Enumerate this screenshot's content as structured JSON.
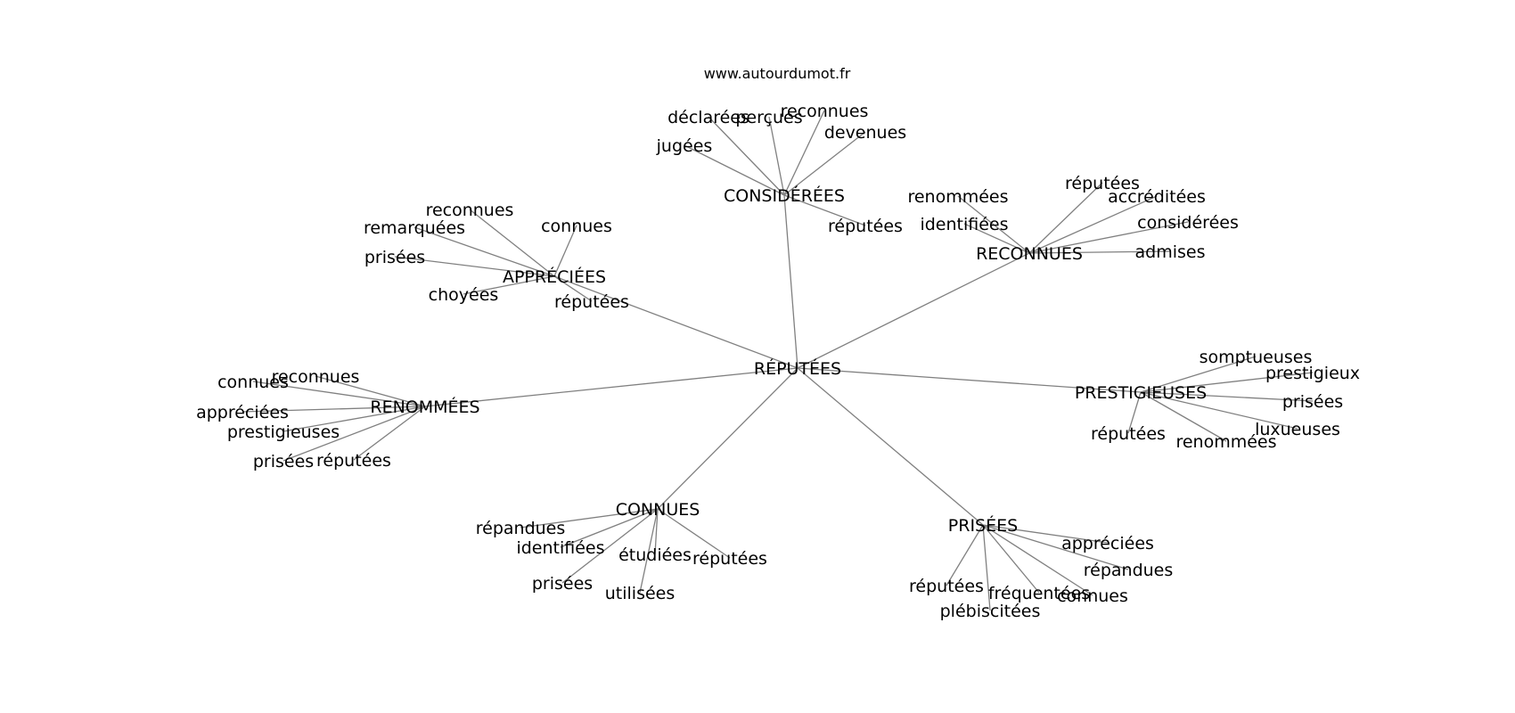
{
  "credit": "www.autourdumot.fr",
  "colors": {
    "edge": "#808080",
    "text": "#000000",
    "background": "#ffffff"
  },
  "graph": {
    "center": {
      "label": "RÉPUTÉES"
    },
    "hubs": [
      {
        "label": "CONSIDÉRÉES",
        "leaves": [
          "jugées",
          "déclarées",
          "perçues",
          "reconnues",
          "devenues",
          "réputées"
        ]
      },
      {
        "label": "RECONNUES",
        "leaves": [
          "renommées",
          "identifiées",
          "réputées",
          "accréditées",
          "considérées",
          "admises"
        ]
      },
      {
        "label": "APPRÉCIÉES",
        "leaves": [
          "reconnues",
          "remarquées",
          "connues",
          "prisées",
          "choyées",
          "réputées"
        ]
      },
      {
        "label": "RENOMMÉES",
        "leaves": [
          "connues",
          "reconnues",
          "appréciées",
          "prestigieuses",
          "prisées",
          "réputées"
        ]
      },
      {
        "label": "PRESTIGIEUSES",
        "leaves": [
          "somptueuses",
          "prestigieux",
          "prisées",
          "luxueuses",
          "réputées",
          "renommées"
        ]
      },
      {
        "label": "CONNUES",
        "leaves": [
          "répandues",
          "identifiées",
          "étudiées",
          "réputées",
          "prisées",
          "utilisées"
        ]
      },
      {
        "label": "PRISÉES",
        "leaves": [
          "appréciées",
          "répandues",
          "réputées",
          "fréquentées",
          "connues",
          "plébiscitées"
        ]
      }
    ]
  }
}
